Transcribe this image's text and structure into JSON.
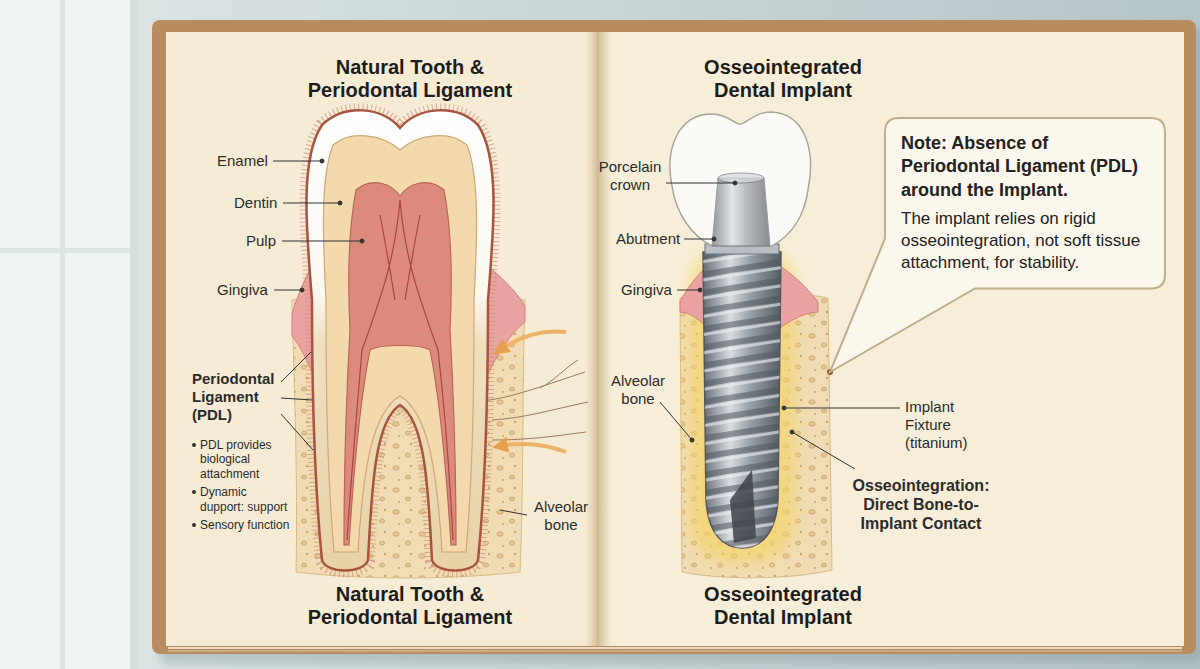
{
  "diagram": {
    "nodes": [
      {
        "text": [
          "Note: Absence of Periodontal Ligament (PDL) around the Implant.",
          "The implant relies on rigid osseointegration, not soft tissue attachment, for stability."
        ]
      }
    ],
    "labels": [
      "Natural Tooth & Periodontal Ligament",
      "Enamel",
      "Dentin",
      "Pulp",
      "Gingiva",
      "Periodontal Ligament (PDL)",
      "PDL provides biological attachment",
      "Dynamic dupport: support",
      "Sensory function",
      "Alveolar bone",
      "Natural Tooth & Periodontal Ligament",
      "Osseointegrated Dental Implant",
      "Porcelain crown",
      "Abutment",
      "Gingiva",
      "Alveolar bone",
      "Implant Fixture (titanium)",
      "Osseointegration: Direct Bone-to-Implant Contact",
      "Osseointegrated Dental Implant"
    ]
  }
}
